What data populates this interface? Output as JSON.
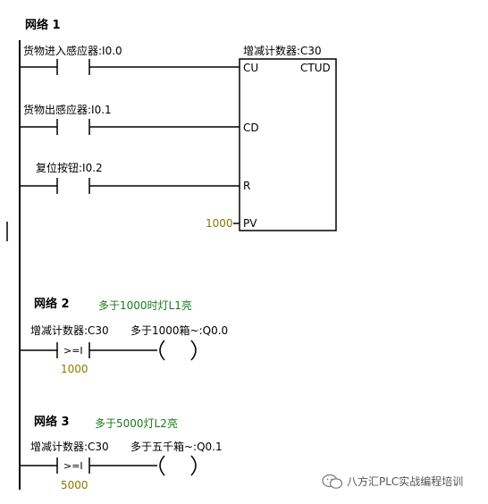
{
  "network1": {
    "title": "网络 1",
    "contact_i00_label": "货物进入感应器:I0.0",
    "contact_i01_label": "货物出感应器:I0.1",
    "contact_i02_label": "复位按钮:I0.2",
    "counter_label": "增减计数器:C30",
    "counter_type": "CTUD",
    "pin_cu": "CU",
    "pin_cd": "CD",
    "pin_r": "R",
    "pin_pv": "PV",
    "pv_value": "1000"
  },
  "network2": {
    "title": "网络 2",
    "comment": "多于1000时灯L1亮",
    "compare_label": "增减计数器:C30",
    "compare_op": ">=I",
    "compare_value": "1000",
    "coil_label": "多于1000箱~:Q0.0"
  },
  "network3": {
    "title": "网络 3",
    "comment": "多于5000灯L2亮",
    "compare_label": "增减计数器:C30",
    "compare_op": ">=I",
    "compare_value": "5000",
    "coil_label": "多于五千箱~:Q0.1"
  },
  "watermark": {
    "text": "八方汇PLC实战编程培训",
    "icon": "wechat-icon"
  },
  "colors": {
    "comment_green": "#1c7a1c",
    "value_olive": "#8a7a00"
  }
}
